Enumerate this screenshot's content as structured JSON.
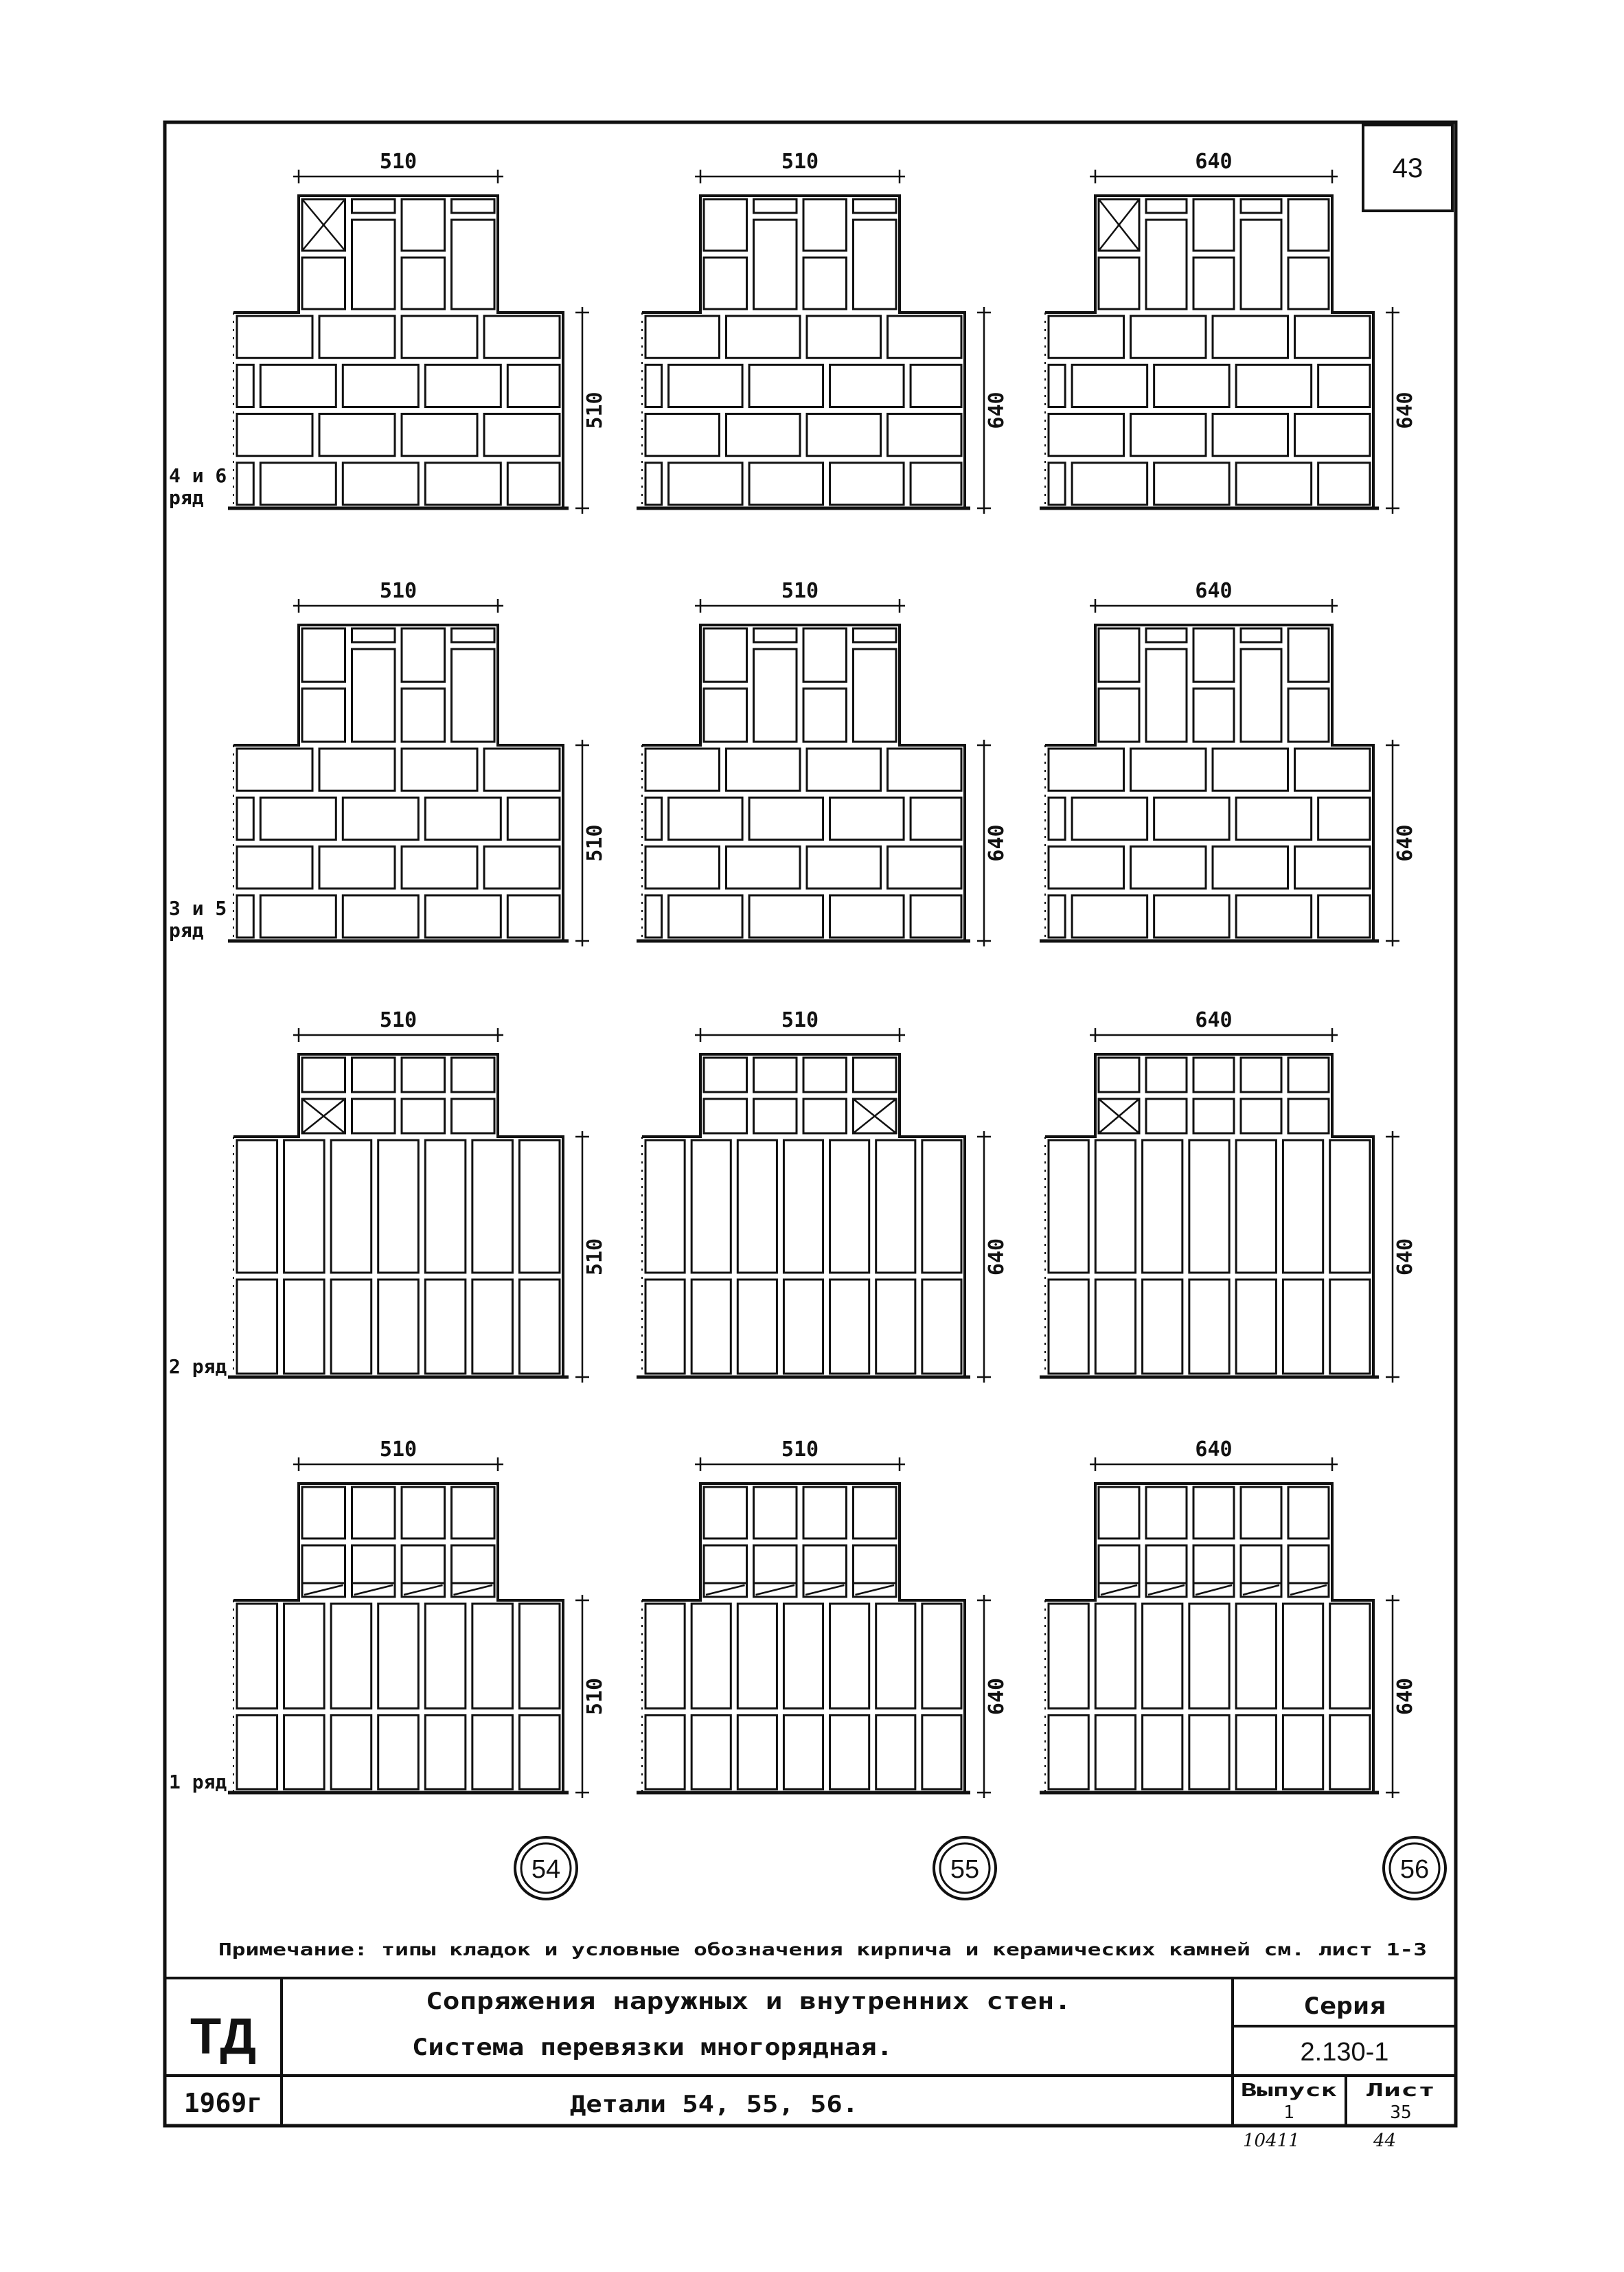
{
  "sheet": {
    "page_number": "43",
    "rows": [
      {
        "label_lines": [
          "4 и 6",
          "ряд"
        ],
        "widths": [
          "510",
          "510",
          "640"
        ],
        "heights": [
          "510",
          "640",
          "640"
        ]
      },
      {
        "label_lines": [
          "3 и 5",
          "ряд"
        ],
        "widths": [
          "510",
          "510",
          "640"
        ],
        "heights": [
          "510",
          "640",
          "640"
        ]
      },
      {
        "label_lines": [
          "2 ряд"
        ],
        "widths": [
          "510",
          "510",
          "640"
        ],
        "heights": [
          "510",
          "640",
          "640"
        ]
      },
      {
        "label_lines": [
          "1 ряд"
        ],
        "widths": [
          "510",
          "510",
          "640"
        ],
        "heights": [
          "510",
          "640",
          "640"
        ]
      }
    ],
    "details": [
      "54",
      "55",
      "56"
    ],
    "note": "Примечание: типы кладок и условные обозначения кирпича и керамических камней см. лист 1-3"
  },
  "title_block": {
    "org": "ТД",
    "year": "1969г",
    "title_line1": "Сопряжения наружных и внутренних стен.",
    "title_line2": "Система перевязки многорядная.",
    "subtitle": "Детали 54, 55, 56.",
    "series_label": "Серия",
    "series_value": "2.130-1",
    "issue_label": "Выпуск",
    "issue_value": "1",
    "sheet_label": "Лист",
    "sheet_value": "35"
  },
  "handwritten": {
    "number": "10411",
    "sheet": "44"
  }
}
